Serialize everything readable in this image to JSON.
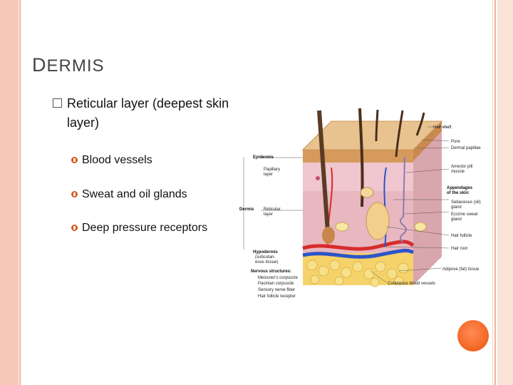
{
  "slide": {
    "title_first": "D",
    "title_rest": "ERMIS",
    "bullet": "Reticular layer (deepest skin layer)",
    "subbullets": [
      "Blood vessels",
      "Sweat and oil glands",
      "Deep pressure receptors"
    ]
  },
  "figure": {
    "labels": {
      "hair_shaft": "Hair shaft",
      "pore": "Pore",
      "dermal_papillae": "Dermal papillae",
      "epidermis": "Epidermis",
      "papillary_1": "Papillary",
      "papillary_2": "layer",
      "arrector_1": "Arrector pili",
      "arrector_2": "muscle",
      "appendages_1": "Appendages",
      "appendages_2": "of the skin:",
      "sebaceous_1": "Sebaceous (oil)",
      "sebaceous_2": "gland",
      "eccrine_1": "Eccrine sweat",
      "eccrine_2": "gland",
      "dermis": "Dermis",
      "reticular_1": "Reticular",
      "reticular_2": "layer",
      "hair_follicle": "Hair follicle",
      "hair_root": "Hair root",
      "hypodermis_1": "Hypodermis",
      "hypodermis_2": "(subcutan-",
      "hypodermis_3": "eous tissue)",
      "adipose": "Adipose (fat) tissue",
      "nervous": "Nervous structures:",
      "meissner": "Meissner's corpuscle",
      "pacinian": "Pacinian corpuscle",
      "sensory": "Sensory nerve fiber",
      "hair_receptor": "Hair follicle receptor",
      "cutaneous": "Cutaneous blood vessels"
    }
  },
  "colors": {
    "frame": "#f6c9b6",
    "accent": "#f26522",
    "bullet_mark": "#d05a1a"
  }
}
